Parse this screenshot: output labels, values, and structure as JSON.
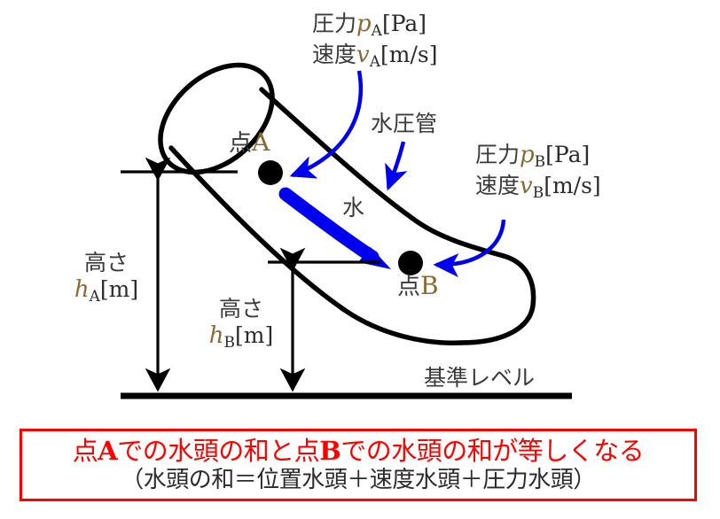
{
  "figure": {
    "title_region": "bernoulli-pipe-head-diagram",
    "colors": {
      "outline": "#000000",
      "water_arrow": "#0000ee",
      "pointer_arrow": "#0000ee",
      "highlight_red": "#ff0000",
      "text_dark": "#3a3a3a",
      "math_var": "#8a6a33",
      "background": "#ffffff"
    }
  },
  "labels": {
    "point_a": {
      "prefix": "点",
      "letter": "A"
    },
    "point_b": {
      "prefix": "点",
      "letter": "B"
    },
    "pipe": "水圧管",
    "water": "水",
    "datum": "基準レベル"
  },
  "callout_a": {
    "pressure": {
      "jp": "圧力",
      "var": "p",
      "sub": "A",
      "unit": "[Pa]"
    },
    "velocity": {
      "jp": "速度",
      "var": "v",
      "sub": "A",
      "unit": "[m/s]"
    }
  },
  "callout_b": {
    "pressure": {
      "jp": "圧力",
      "var": "p",
      "sub": "B",
      "unit": "[Pa]"
    },
    "velocity": {
      "jp": "速度",
      "var": "v",
      "sub": "B",
      "unit": "[m/s]"
    }
  },
  "height_a": {
    "jp": "高さ",
    "var": "h",
    "sub": "A",
    "unit": "[m]"
  },
  "height_b": {
    "jp": "高さ",
    "var": "h",
    "sub": "B",
    "unit": "[m]"
  },
  "conclusion": {
    "line1_part1": "点",
    "line1_letterA": "A",
    "line1_part2": "での水頭の和と点",
    "line1_letterB": "B",
    "line1_part3": "での水頭の和が等しくなる",
    "line2": "（水頭の和＝位置水頭＋速度水頭＋圧力水頭）"
  }
}
